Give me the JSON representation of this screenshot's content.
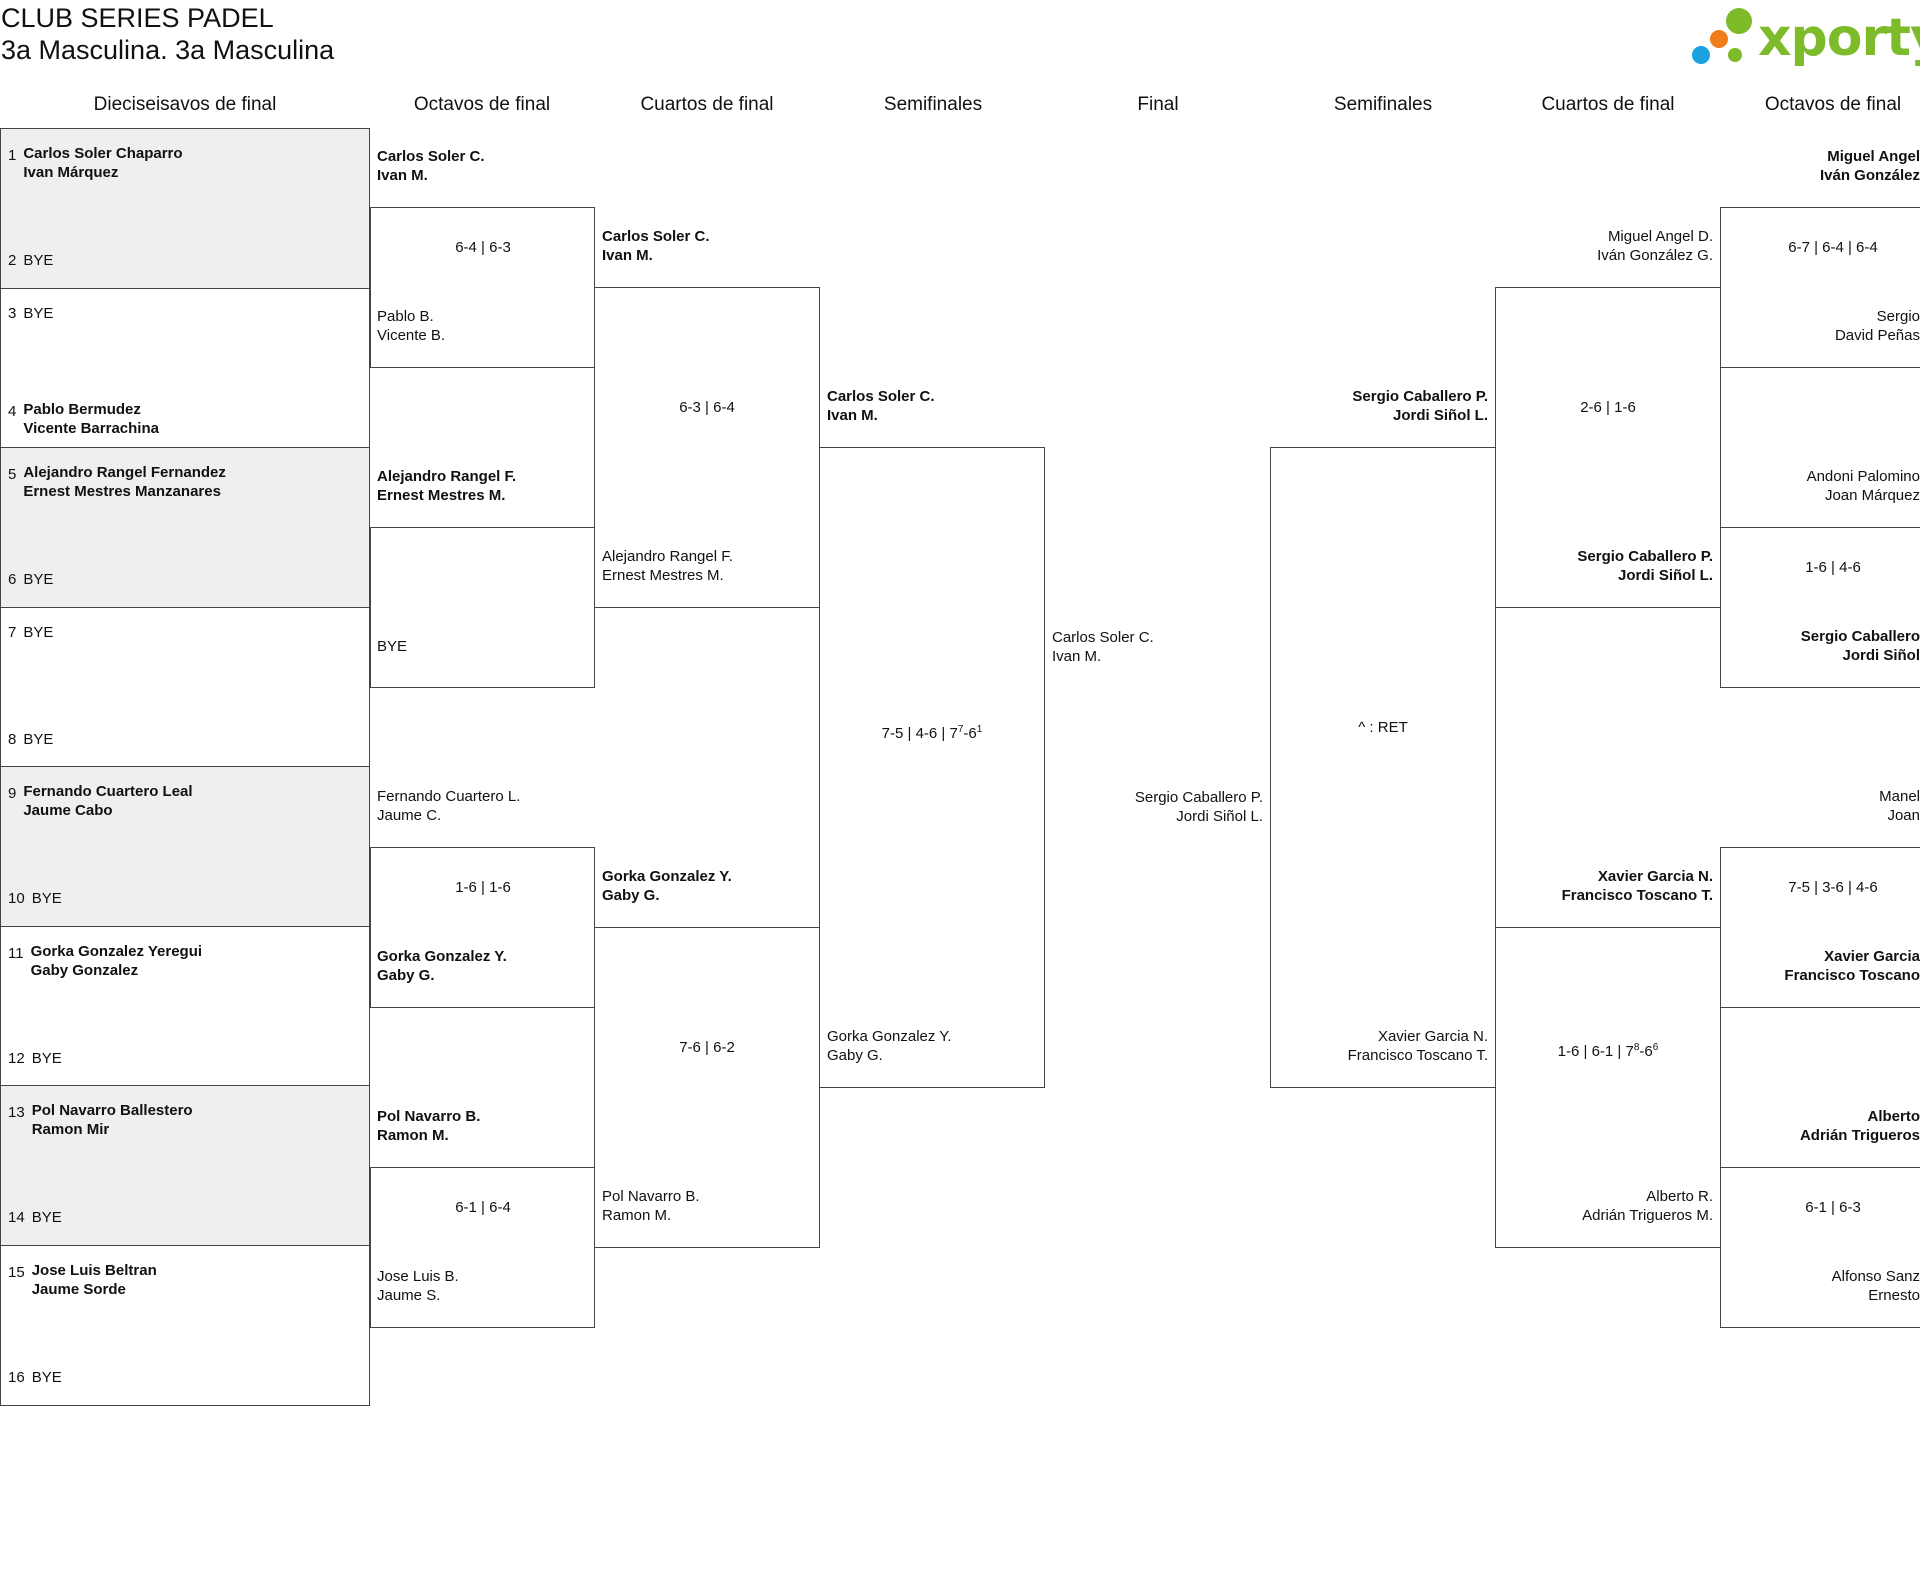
{
  "header": {
    "title": "CLUB SERIES PADEL",
    "subtitle": "3a Masculina. 3a Masculina",
    "logo_text": "xporty"
  },
  "columns": [
    "Dieciseisavos de final",
    "Octavos de final",
    "Cuartos de final",
    "Semifinales",
    "Final",
    "Semifinales",
    "Cuartos de final",
    "Octavos de final"
  ],
  "r32": [
    {
      "n": "1",
      "a": "Carlos Soler Chaparro",
      "b": "Ivan Márquez"
    },
    {
      "n": "2",
      "a": "BYE"
    },
    {
      "n": "3",
      "a": "BYE"
    },
    {
      "n": "4",
      "a": "Pablo Bermudez",
      "b": "Vicente Barrachina"
    },
    {
      "n": "5",
      "a": "Alejandro Rangel Fernandez",
      "b": "Ernest Mestres Manzanares"
    },
    {
      "n": "6",
      "a": "BYE"
    },
    {
      "n": "7",
      "a": "BYE"
    },
    {
      "n": "8",
      "a": "BYE"
    },
    {
      "n": "9",
      "a": "Fernando Cuartero Leal",
      "b": "Jaume Cabo"
    },
    {
      "n": "10",
      "a": "BYE"
    },
    {
      "n": "11",
      "a": "Gorka Gonzalez Yeregui",
      "b": "Gaby Gonzalez"
    },
    {
      "n": "12",
      "a": "BYE"
    },
    {
      "n": "13",
      "a": "Pol Navarro Ballestero",
      "b": "Ramon Mir"
    },
    {
      "n": "14",
      "a": "BYE"
    },
    {
      "n": "15",
      "a": "Jose Luis Beltran",
      "b": "Jaume Sorde"
    },
    {
      "n": "16",
      "a": "BYE"
    }
  ],
  "left_r16": [
    {
      "t": "Carlos Soler C.\nIvan M.",
      "bold": true
    },
    {
      "t": "Pablo B.\nVicente B.",
      "bold": false
    },
    {
      "t": "Alejandro Rangel F.\nErnest Mestres M.",
      "bold": true
    },
    {
      "t": "BYE",
      "bold": false
    },
    {
      "t": "Fernando Cuartero L.\nJaume C.",
      "bold": false
    },
    {
      "t": "Gorka Gonzalez Y.\nGaby G.",
      "bold": true
    },
    {
      "t": "Pol Navarro B.\nRamon M.",
      "bold": true
    },
    {
      "t": "Jose Luis B.\nJaume S.",
      "bold": false
    }
  ],
  "left_r16_scores": [
    "6-4 | 6-3",
    "",
    "1-6 | 1-6",
    "6-1 | 6-4"
  ],
  "left_qf": [
    {
      "t": "Carlos Soler C.\nIvan M.",
      "bold": true
    },
    {
      "t": "Alejandro Rangel F.\nErnest Mestres M.",
      "bold": false
    },
    {
      "t": "Gorka Gonzalez Y.\nGaby G.",
      "bold": true
    },
    {
      "t": "Pol Navarro B.\nRamon M.",
      "bold": false
    }
  ],
  "left_qf_scores": [
    "6-3 | 6-4",
    "7-6 | 6-2"
  ],
  "left_sf": [
    {
      "t": "Carlos Soler C.\nIvan M.",
      "bold": true
    },
    {
      "t": "Gorka Gonzalez Y.\nGaby G.",
      "bold": false
    }
  ],
  "left_sf_score": {
    "main": "7-5 | 4-6 | 7",
    "sup1": "7",
    "mid": "-6",
    "sup2": "1"
  },
  "final": {
    "top": "Carlos Soler C.\nIvan M.",
    "bottom": "Sergio Caballero P.\nJordi Siñol L."
  },
  "right_sf": [
    {
      "t": "Sergio Caballero P.\nJordi Siñol L.",
      "bold": true
    },
    {
      "t": "Xavier Garcia N.\nFrancisco Toscano T.",
      "bold": false
    }
  ],
  "right_sf_score": "^ : RET",
  "right_qf": [
    {
      "t": "Miguel Angel D.\nIván González G.",
      "bold": false
    },
    {
      "t": "Sergio Caballero P.\nJordi Siñol L.",
      "bold": true
    },
    {
      "t": "Xavier Garcia N.\nFrancisco Toscano T.",
      "bold": true
    },
    {
      "t": "Alberto R.\nAdrián Trigueros M.",
      "bold": false
    }
  ],
  "right_qf_scores": {
    "s1": "2-6 | 1-6",
    "s2": "1-6 | 6-1 | 7",
    "s2sup1": "8",
    "s2mid": "-6",
    "s2sup2": "6"
  },
  "right_r16": [
    {
      "t": "Miguel Angel\nIván González",
      "bold": true
    },
    {
      "t": "Sergio\nDavid Peñas",
      "bold": false
    },
    {
      "t": "Andoni Palomino\nJoan Márquez",
      "bold": false
    },
    {
      "t": "Sergio Caballero\nJordi Siñol",
      "bold": true
    },
    {
      "t": "Manel\nJoan",
      "bold": false
    },
    {
      "t": "Xavier Garcia\nFrancisco Toscano",
      "bold": true
    },
    {
      "t": "Alberto\nAdrián Trigueros",
      "bold": true
    },
    {
      "t": "Alfonso Sanz\nErnesto",
      "bold": false
    }
  ],
  "right_r16_scores": [
    "6-7 | 6-4 | 6-4",
    "1-6 | 4-6",
    "7-5 | 3-6 | 4-6",
    "6-1 | 6-3"
  ],
  "colors": {
    "shade": "#efefef",
    "logo_green": "#7dbb2a",
    "logo_blue": "#1aa3e0",
    "logo_orange": "#f07d1a"
  }
}
